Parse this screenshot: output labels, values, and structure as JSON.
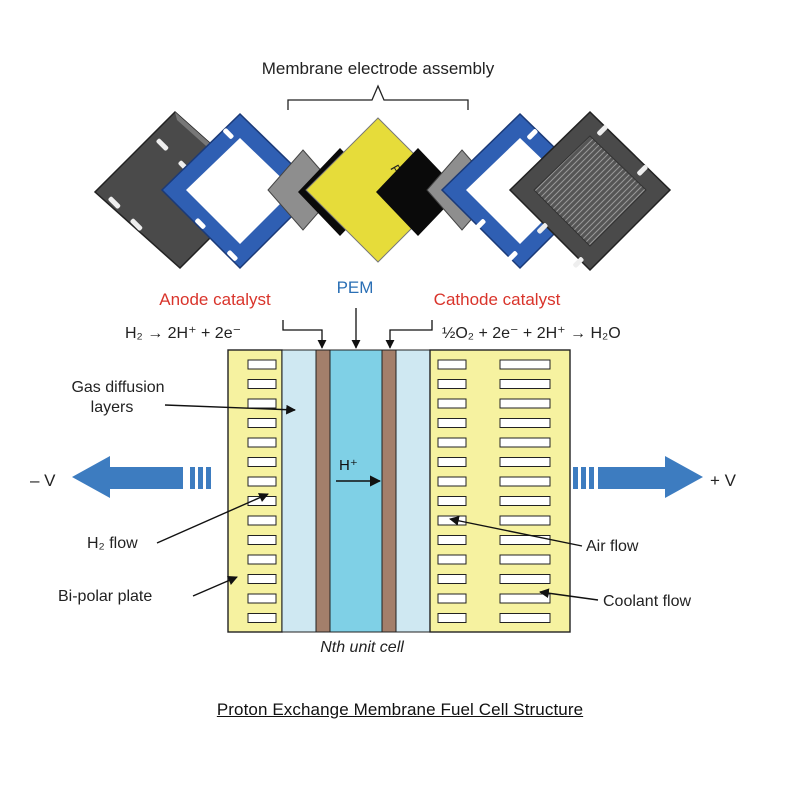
{
  "assembly": {
    "title": "Membrane electrode assembly",
    "pem_label": "PEM"
  },
  "cell": {
    "pem_label": "PEM",
    "anode_catalyst": "Anode catalyst",
    "cathode_catalyst": "Cathode catalyst",
    "anode_reaction": "H₂ → 2H⁺ + 2e⁻",
    "cathode_reaction": "½O₂ + 2e⁻ + 2H⁺ → H₂O",
    "gas_diffusion": [
      "Gas diffusion",
      "layers"
    ],
    "h2_flow": "H₂ flow",
    "bipolar_plate": "Bi-polar plate",
    "air_flow": "Air flow",
    "coolant_flow": "Coolant flow",
    "proton": "H⁺",
    "unit_cell": "Nth unit cell",
    "neg_terminal": "– V",
    "pos_terminal": "+ V"
  },
  "caption": "Proton Exchange Membrane Fuel Cell Structure",
  "colors": {
    "anode_catalyst_label": "#d9342b",
    "pem_label": "#2a6fb5",
    "bipolar_plate": "#f6f2a0",
    "diffusion_layer": "#cfe8f2",
    "membrane": "#7fd0e6",
    "catalyst_layer": "#a37f6b",
    "terminal_arrow": "#3d7cc0",
    "frame_blue": "#2f5fb3",
    "frame_grey": "#666666",
    "pem_yellow": "#e6dc3a"
  }
}
